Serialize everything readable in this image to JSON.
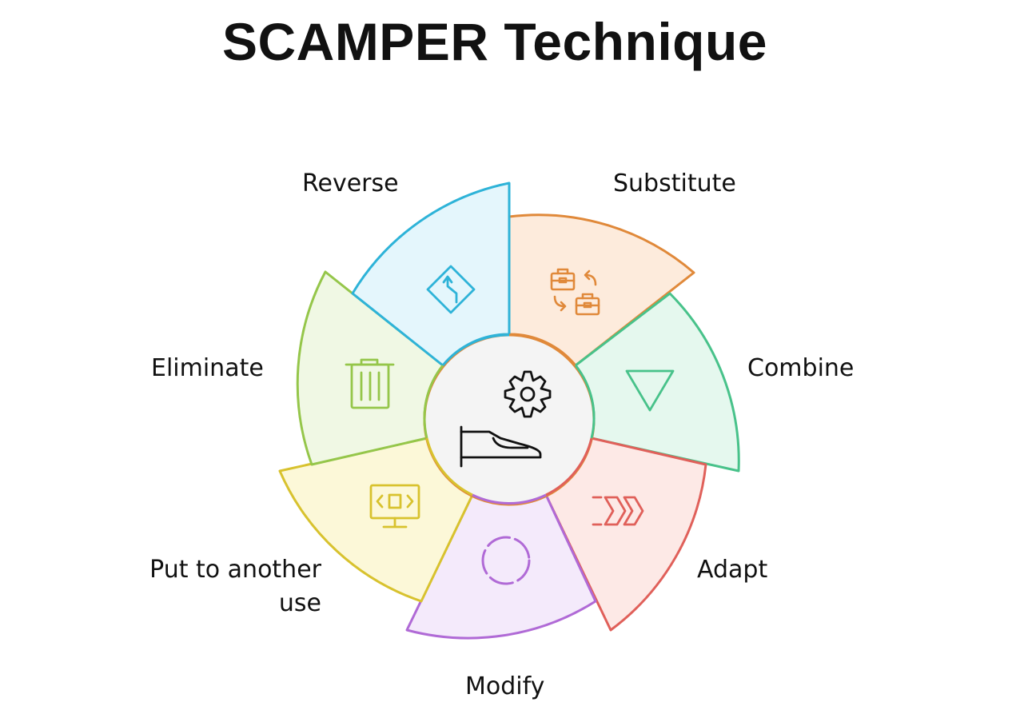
{
  "title": "SCAMPER Technique",
  "segments": [
    {
      "key": "substitute",
      "label": "Substitute",
      "icon": "swap-briefcases-icon",
      "stroke": "#E0893A",
      "fill": "#FDEBDC"
    },
    {
      "key": "combine",
      "label": "Combine",
      "icon": "triangle-icon",
      "stroke": "#48C28A",
      "fill": "#E5F8EE"
    },
    {
      "key": "adapt",
      "label": "Adapt",
      "icon": "double-chevron-icon",
      "stroke": "#E0605A",
      "fill": "#FDE9E6"
    },
    {
      "key": "modify",
      "label": "Modify",
      "icon": "dashed-circle-icon",
      "stroke": "#B06AD6",
      "fill": "#F4EAFB"
    },
    {
      "key": "put_to_another_use",
      "label": "Put to another use",
      "icon": "code-monitor-icon",
      "stroke": "#D8C22E",
      "fill": "#FCF8D8"
    },
    {
      "key": "eliminate",
      "label": "Eliminate",
      "icon": "trash-icon",
      "stroke": "#95C64A",
      "fill": "#F0F8E4"
    },
    {
      "key": "reverse",
      "label": "Reverse",
      "icon": "route-sign-icon",
      "stroke": "#2EB3D8",
      "fill": "#E4F6FC"
    }
  ],
  "center": {
    "icon": "gear-hand-icon"
  }
}
